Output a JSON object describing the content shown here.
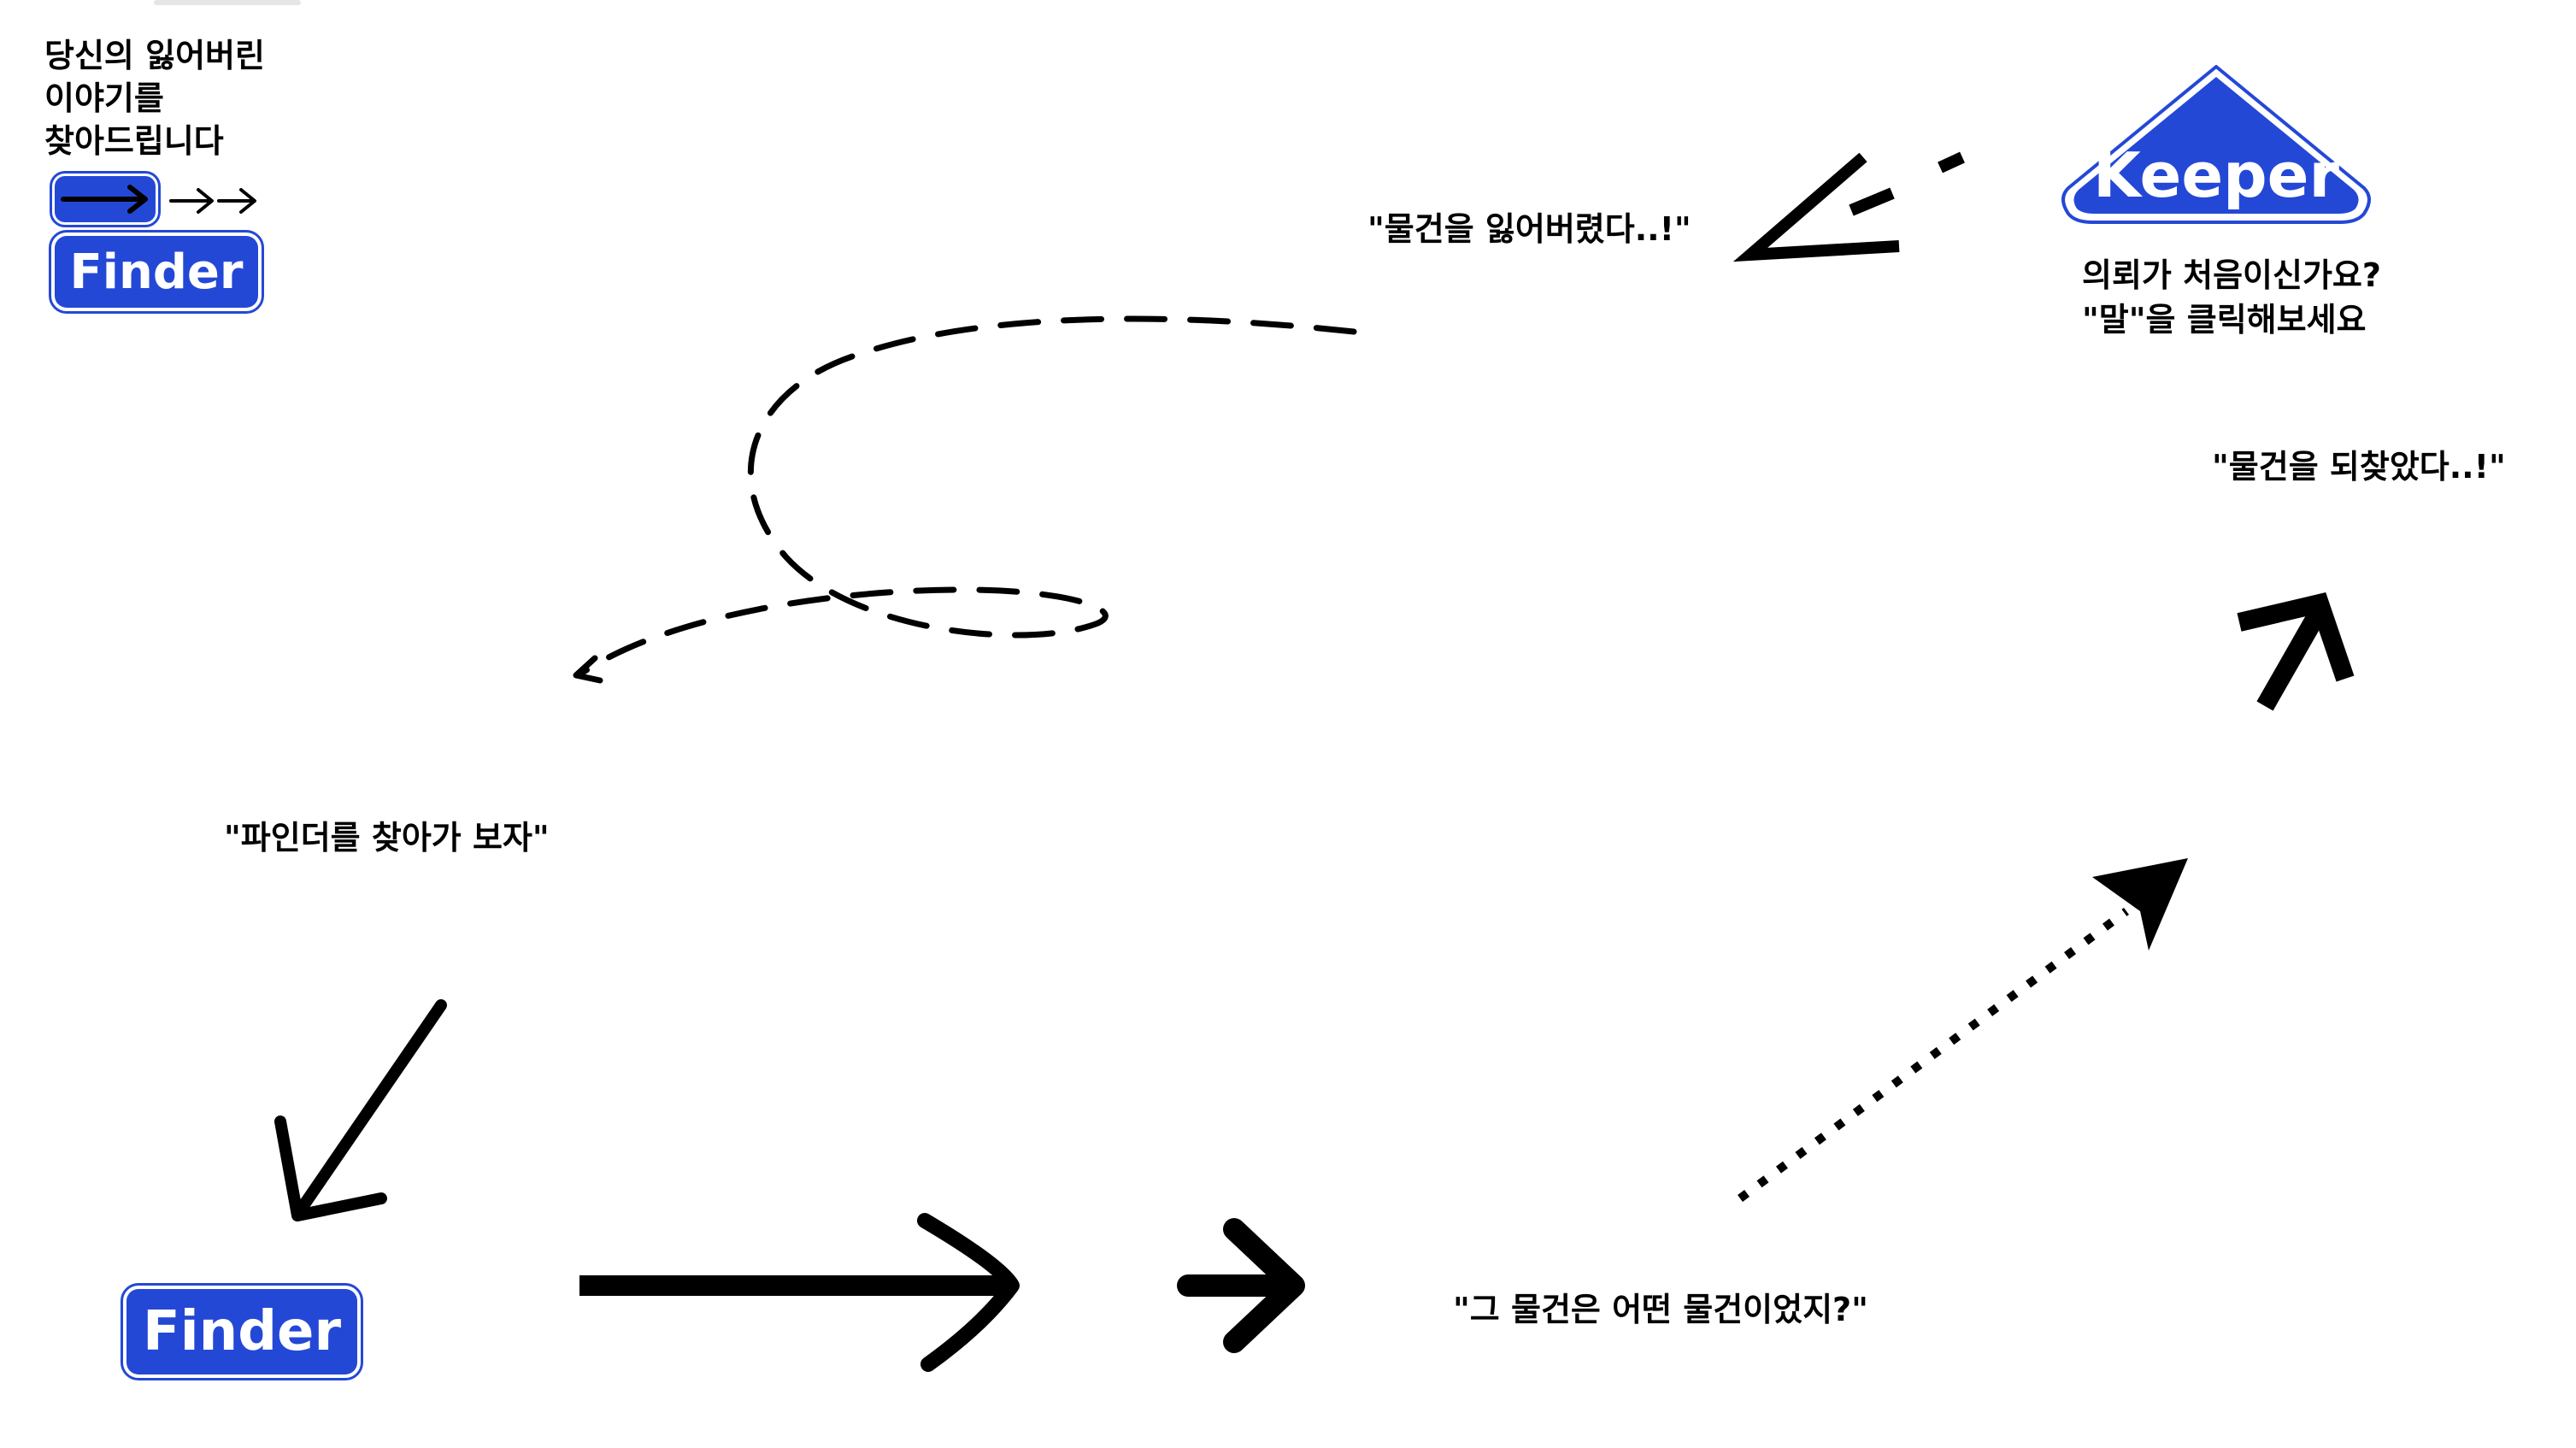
{
  "brand": {
    "tagline": [
      "당신의 잃어버린",
      "이야기를",
      "찾아드립니다"
    ],
    "finder_label": "Finder",
    "keeper_label": "Keeper",
    "accent_color": "#2448d6",
    "ink_color": "#000000"
  },
  "keeper_panel": {
    "hint_lines": [
      "의뢰가 처음이신가요?",
      "\"말\"을 클릭해보세요"
    ]
  },
  "story": {
    "lost": "\"물건을 잃어버렸다..!\"",
    "go_to_finder": "\"파인더를 찾아가 보자\"",
    "what_item": "\"그 물건은 어떤 물건이었지?\"",
    "regained": "\"물건을 되찾았다..!\""
  },
  "icons": {
    "header_pill": "arrow-right-icon",
    "header_double": "double-arrow-right-icon",
    "flow_arrows": [
      "dashed-arrow-icon",
      "loop-dashed-arrow-icon",
      "arrow-down-left-icon",
      "long-arrow-right-icon",
      "arrow-right-icon",
      "dotted-arrow-up-right-icon",
      "arrow-up-right-icon"
    ]
  }
}
